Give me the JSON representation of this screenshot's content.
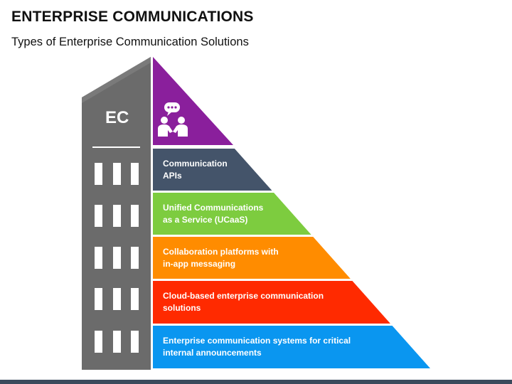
{
  "header": {
    "title": "ENTERPRISE COMMUNICATIONS",
    "subtitle": "Types of Enterprise Communication Solutions"
  },
  "building": {
    "label": "EC",
    "color": "#6b6b6b",
    "shade_color": "#595959"
  },
  "pyramid": {
    "top": {
      "icon": "people-chat-icon",
      "color": "#8a1f9c"
    },
    "layers": [
      {
        "label": "Communication APIs",
        "line1": "Communication",
        "line2": "APIs",
        "color": "#44546a"
      },
      {
        "label": "Unified Communications as a Service (UCaaS)",
        "line1": "Unified Communications",
        "line2": "as a Service (UCaaS)",
        "color": "#7dcc3f"
      },
      {
        "label": "Collaboration platforms with in-app messaging",
        "line1": "Collaboration platforms with",
        "line2": "in-app messaging",
        "color": "#ff8c00"
      },
      {
        "label": "Cloud-based enterprise communication solutions",
        "line1": "Cloud-based enterprise communication",
        "line2": "solutions",
        "color": "#ff2a00"
      },
      {
        "label": "Enterprise communication systems for critical internal announcements",
        "line1": "Enterprise communication systems for critical",
        "line2": "internal announcements",
        "color": "#0a96f0"
      }
    ]
  }
}
